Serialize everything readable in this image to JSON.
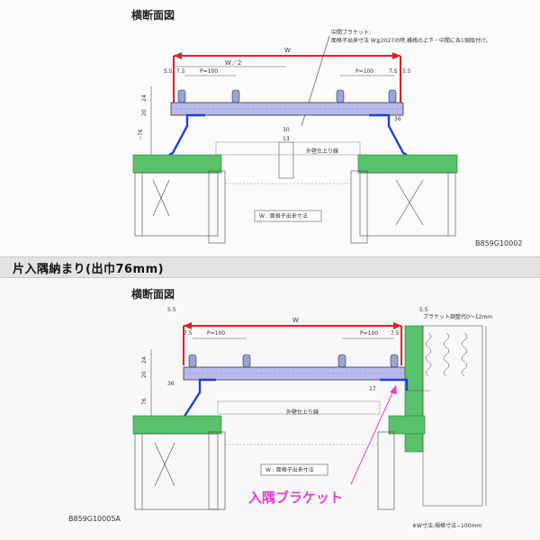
{
  "top": {
    "title": "横断面図",
    "drawing_code": "B859G10002",
    "note_line1": "中間ブラケット:",
    "note_line2": "面格子出来寸法 W≧2027の時,横桟の上下・中間に各1個取付け。",
    "dim_w": "W",
    "dim_w_half": "W／2",
    "dim_p_left": "P=100",
    "dim_p_right": "P=100",
    "dim_55_left": "5.5",
    "dim_75_left": "7.5",
    "dim_75_right": "7.5",
    "dim_55_right": "5.5",
    "dim_24": "24",
    "dim_20": "20",
    "dim_76": "~76",
    "dim_36": "36",
    "dim_30": "30",
    "dim_13": "13",
    "wall_label": "外壁仕上り線",
    "legend": "W : 面格子出来寸法"
  },
  "band": {
    "label": "片入隅納まり(出巾76mm)"
  },
  "bottom": {
    "title": "横断面図",
    "drawing_code": "B859G10005A",
    "dim_55_top": "5.5",
    "dim_55_right": "5.5",
    "bracket_note": "ブラケット調整代0～12mm",
    "dim_w": "W",
    "dim_p_left": "P=100",
    "dim_p_right": "P=100",
    "dim_75_left": "7.5",
    "dim_75_right": "7.5",
    "dim_24": "24",
    "dim_20": "20",
    "dim_36": "36",
    "dim_76": "76",
    "dim_17": "17",
    "wall_label": "外壁仕上り線",
    "legend": "W : 面格子出来寸法",
    "corner_bracket_label": "入隅ブラケット",
    "footnote": "※W寸法:規格寸法−100mm"
  },
  "colors": {
    "dim_red": "#e02020",
    "bar_lavender": "#b9b9ee",
    "bracket_blue": "#1f3fd6",
    "insulation_green": "#58c26a",
    "pink": "#e63bd6"
  }
}
